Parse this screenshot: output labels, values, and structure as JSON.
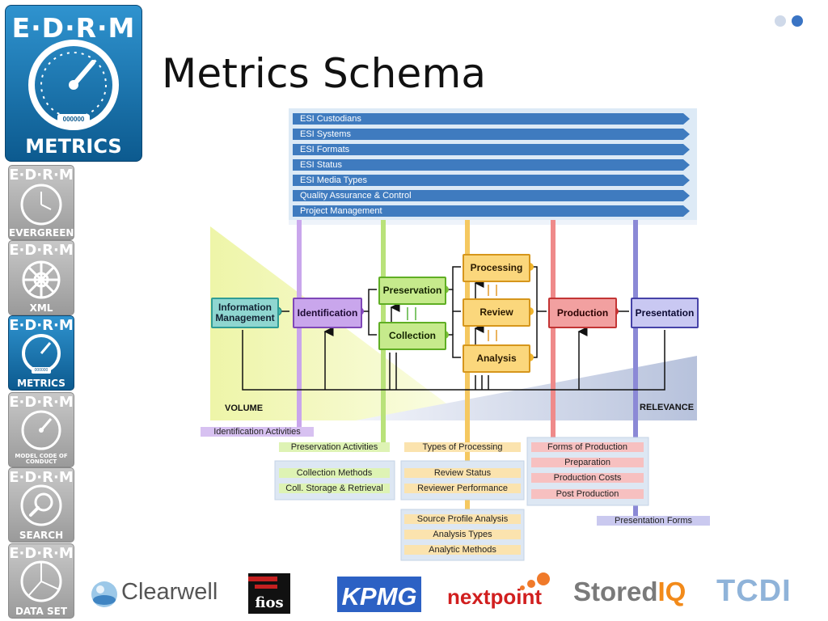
{
  "slide": {
    "title": "Metrics Schema"
  },
  "main_logo": {
    "brand": "E·D·R·M",
    "caption": "METRICS",
    "counter": "000000"
  },
  "sidebar_logos": [
    {
      "brand": "E·D·R·M",
      "caption": "EVERGREEN",
      "icon": "clock-icon"
    },
    {
      "brand": "E·D·R·M",
      "caption": "XML",
      "icon": "gear-icon"
    },
    {
      "brand": "E·D·R·M",
      "caption": "METRICS",
      "icon": "speedometer-icon",
      "counter": "000000"
    },
    {
      "brand": "E·D·R·M",
      "caption": "MODEL CODE OF CONDUCT",
      "icon": "compass-icon"
    },
    {
      "brand": "E·D·R·M",
      "caption": "SEARCH",
      "icon": "magnifier-icon"
    },
    {
      "brand": "E·D·R·M",
      "caption": "DATA SET",
      "icon": "pie-chart-icon"
    }
  ],
  "banner_bars": [
    "ESI Custodians",
    "ESI Systems",
    "ESI Formats",
    "ESI Status",
    "ESI Media Types",
    "Quality Assurance & Control",
    "Project Management"
  ],
  "stages": {
    "information_management": "Information Management",
    "identification": "Identification",
    "preservation": "Preservation",
    "collection": "Collection",
    "processing": "Processing",
    "review": "Review",
    "analysis": "Analysis",
    "production": "Production",
    "presentation": "Presentation"
  },
  "axis": {
    "volume": "VOLUME",
    "relevance": "RELEVANCE"
  },
  "activities": {
    "identification": [
      "Identification Activities"
    ],
    "preservation": [
      "Preservation Activities"
    ],
    "collection": [
      "Collection Methods",
      "Coll. Storage & Retrieval"
    ],
    "processing": [
      "Types of Processing"
    ],
    "review": [
      "Review Status",
      "Reviewer Performance"
    ],
    "analysis": [
      "Source Profile Analysis",
      "Analysis Types",
      "Analytic Methods"
    ],
    "production": [
      "Forms of Production",
      "Preparation",
      "Production Costs",
      "Post Production"
    ],
    "presentation": [
      "Presentation Forms"
    ]
  },
  "partners": [
    "Clearwell",
    "fios",
    "KPMG",
    "nextpoint",
    "Stored",
    "IQ",
    "TCDI"
  ],
  "colors": {
    "bar": "#3f7bbf",
    "identification": "#b98fe0",
    "preservation": "#9bd24c",
    "processing": "#f0b42a",
    "production": "#e35a5a",
    "presentation": "#5957bd",
    "infomgmt": "#43b6ad"
  }
}
